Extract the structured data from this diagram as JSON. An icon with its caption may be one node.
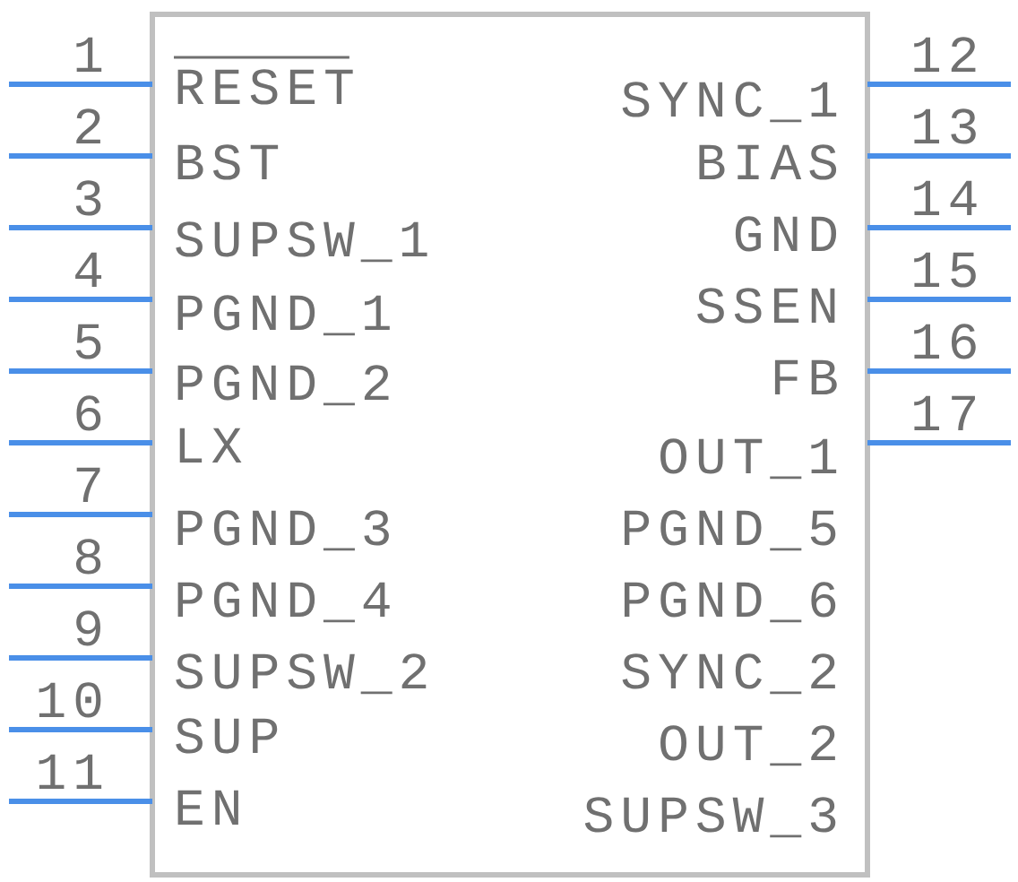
{
  "diagram": {
    "nodes": [
      {
        "text": [
          "RESET",
          "BST",
          "SUPSW_1",
          "PGND_1",
          "PGND_2",
          "LX",
          "PGND_3",
          "PGND_4",
          "SUPSW_2",
          "SUP",
          "EN",
          "SYNC_1",
          "BIAS",
          "GND",
          "SSEN",
          "FB",
          "OUT_1",
          "PGND_5",
          "PGND_6",
          "SYNC_2",
          "OUT_2",
          "SUPSW_3"
        ]
      }
    ],
    "labels": [
      "1",
      "2",
      "3",
      "4",
      "5",
      "6",
      "7",
      "8",
      "9",
      "10",
      "11",
      "12",
      "13",
      "14",
      "15",
      "16",
      "17"
    ]
  }
}
